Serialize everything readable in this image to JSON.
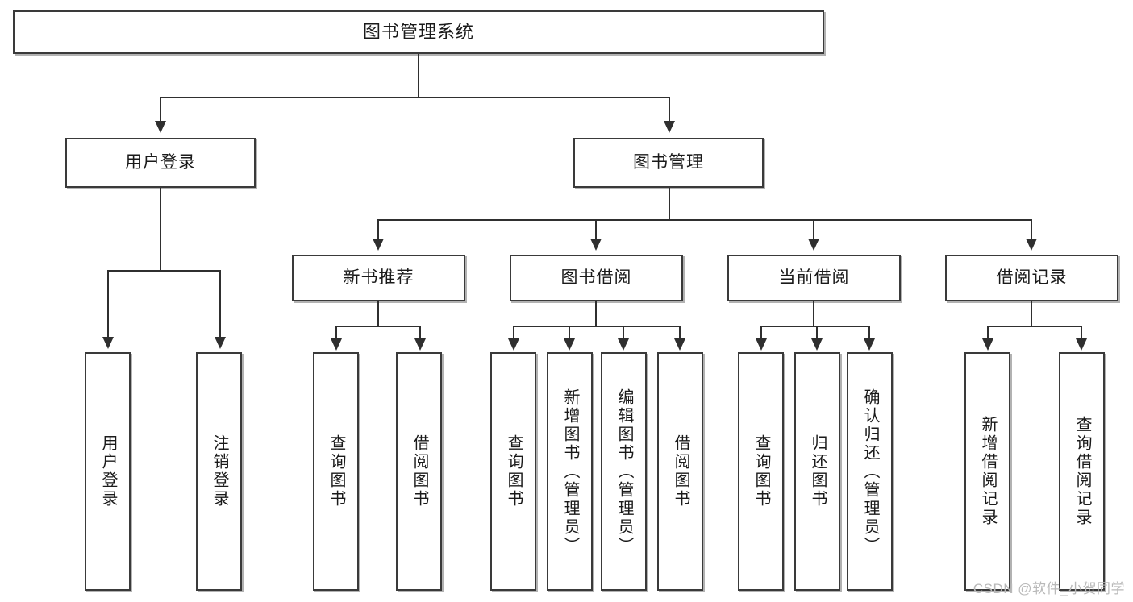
{
  "diagram": {
    "type": "tree-hierarchy",
    "root": {
      "label": "图书管理系统"
    },
    "level2": [
      {
        "label": "用户登录"
      },
      {
        "label": "图书管理"
      }
    ],
    "level3": [
      {
        "label": "新书推荐"
      },
      {
        "label": "图书借阅"
      },
      {
        "label": "当前借阅"
      },
      {
        "label": "借阅记录"
      }
    ],
    "leaves": {
      "user_login": [
        {
          "label": "用户登录"
        },
        {
          "label": "注销登录"
        }
      ],
      "new_book_recommend": [
        {
          "label": "查询图书"
        },
        {
          "label": "借阅图书"
        }
      ],
      "book_borrow": [
        {
          "label": "查询图书"
        },
        {
          "label": "新增图书（管理员）"
        },
        {
          "label": "编辑图书（管理员）"
        },
        {
          "label": "借阅图书"
        }
      ],
      "current_borrow": [
        {
          "label": "查询图书"
        },
        {
          "label": "归还图书"
        },
        {
          "label": "确认归还（管理员）"
        }
      ],
      "borrow_record": [
        {
          "label": "新增借阅记录"
        },
        {
          "label": "查询借阅记录"
        }
      ]
    }
  },
  "watermark": {
    "text": "CSDN @软件_小贺同学"
  },
  "colors": {
    "box_border": "#3a3a3a",
    "line": "#2f2f2f",
    "text": "#1a1a1a",
    "background": "#ffffff",
    "watermark": "#b9b9b9"
  }
}
